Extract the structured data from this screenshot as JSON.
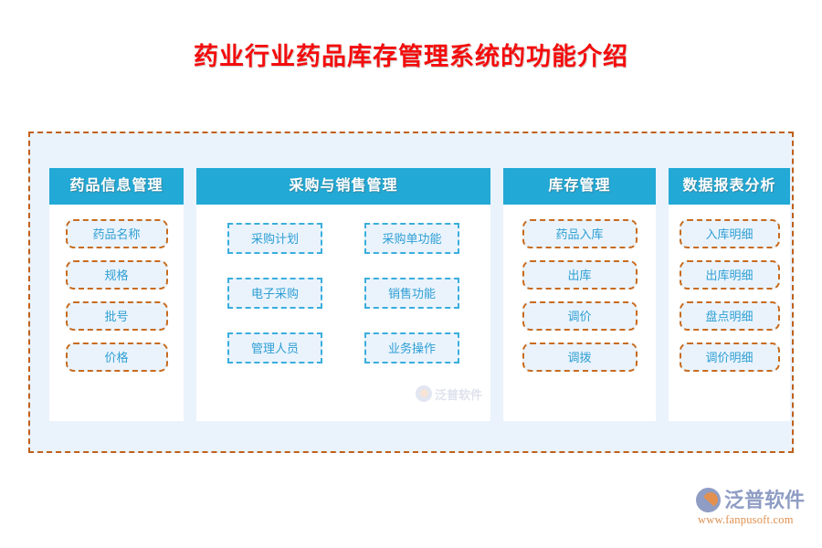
{
  "page": {
    "title": "药业行业药品库存管理系统的功能介绍",
    "title_color": "#f40c0c",
    "background": "#ffffff"
  },
  "diagram": {
    "container_fill": "#eaf3fc",
    "container_border_color": "#c0601b",
    "header_color": "#22a9d5",
    "item_text_color": "#2e9fd4",
    "item_fill": "#eaf3fc",
    "orange_dash_color": "#c86b1e",
    "blue_dash_color": "#3aaedd",
    "panels": [
      {
        "id": "drug-info",
        "header": "药品信息管理",
        "layout": "single",
        "style": "orange",
        "items": [
          {
            "label": "药品名称"
          },
          {
            "label": "规格"
          },
          {
            "label": "批号"
          },
          {
            "label": "价格"
          }
        ]
      },
      {
        "id": "purchase-sales",
        "header": "采购与销售管理",
        "layout": "grid2",
        "style": "blue",
        "items": [
          {
            "label": "采购计划"
          },
          {
            "label": "采购单功能"
          },
          {
            "label": "电子采购"
          },
          {
            "label": "销售功能"
          },
          {
            "label": "管理人员"
          },
          {
            "label": "业务操作"
          }
        ]
      },
      {
        "id": "inventory",
        "header": "库存管理",
        "layout": "single",
        "style": "orange",
        "items": [
          {
            "label": "药品入库"
          },
          {
            "label": "出库"
          },
          {
            "label": "调价"
          },
          {
            "label": "调拨"
          }
        ]
      },
      {
        "id": "report-analysis",
        "header": "数据报表分析",
        "layout": "single",
        "style": "orange",
        "items": [
          {
            "label": "入库明细"
          },
          {
            "label": "出库明细"
          },
          {
            "label": "盘点明细"
          },
          {
            "label": "调价明细"
          }
        ]
      }
    ]
  },
  "watermark": {
    "text": "泛普软件"
  },
  "brand": {
    "name": "泛普软件",
    "url": "www.fanpusoft.com",
    "name_color": "#8f9dc4",
    "url_color": "#e0904f"
  }
}
